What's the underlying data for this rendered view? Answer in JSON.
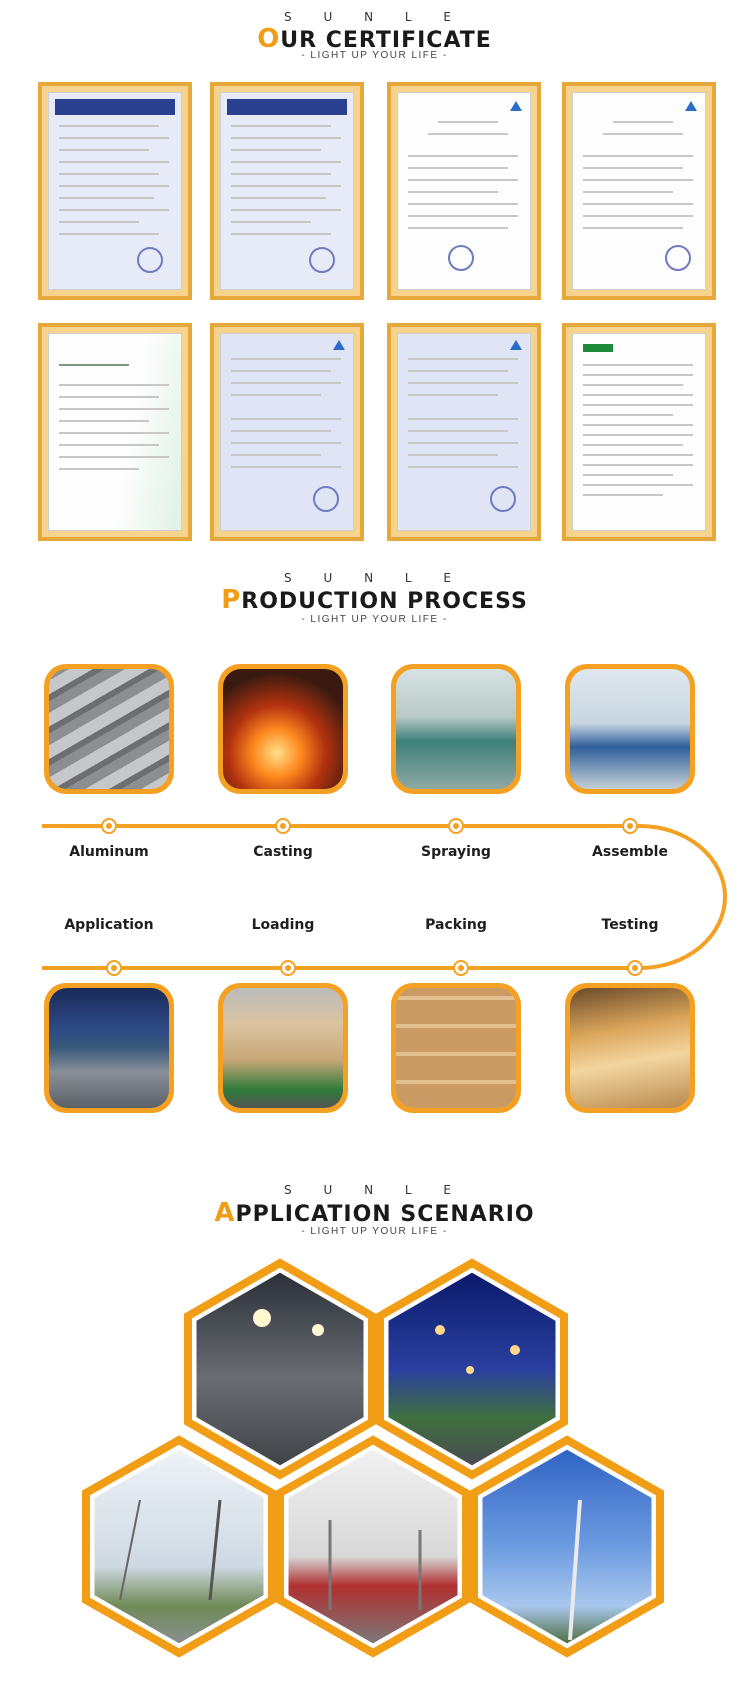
{
  "certificate_section": {
    "brand": "S U N L E",
    "title_first": "O",
    "title_rest": "UR CERTIFICATE",
    "tagline": "- LIGHT UP YOUR LIFE -"
  },
  "production_section": {
    "brand": "S U N L E",
    "title_first": "P",
    "title_rest": "RODUCTION PROCESS",
    "tagline": "- LIGHT UP YOUR LIFE -",
    "steps_top": [
      "Aluminum",
      "Casting",
      "Spraying",
      "Assemble"
    ],
    "steps_bottom": [
      "Application",
      "Loading",
      "Packing",
      "Testing"
    ]
  },
  "application_section": {
    "brand": "S U N L E",
    "title_first": "A",
    "title_rest": "PPLICATION SCENARIO",
    "tagline": "- LIGHT UP YOUR LIFE -"
  },
  "colors": {
    "accent": "#f4a023",
    "frame": "#e7a83b",
    "text": "#1a1a1a"
  }
}
